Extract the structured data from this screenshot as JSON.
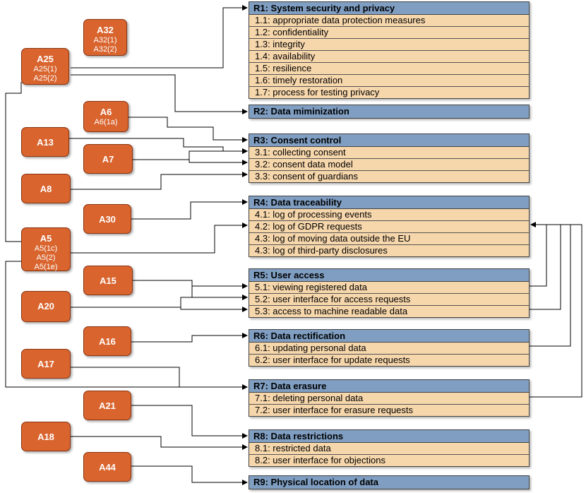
{
  "articles": [
    {
      "id": "A32",
      "subs": [
        "A32(1)",
        "A32(2)"
      ]
    },
    {
      "id": "A25",
      "subs": [
        "A25(1)",
        "A25(2)"
      ]
    },
    {
      "id": "A6",
      "subs": [
        "A6(1a)"
      ]
    },
    {
      "id": "A13",
      "subs": []
    },
    {
      "id": "A7",
      "subs": []
    },
    {
      "id": "A8",
      "subs": []
    },
    {
      "id": "A30",
      "subs": []
    },
    {
      "id": "A5",
      "subs": [
        "A5(1c)",
        "A5(2)",
        "A5(1e)"
      ]
    },
    {
      "id": "A15",
      "subs": []
    },
    {
      "id": "A20",
      "subs": []
    },
    {
      "id": "A16",
      "subs": []
    },
    {
      "id": "A17",
      "subs": []
    },
    {
      "id": "A21",
      "subs": []
    },
    {
      "id": "A18",
      "subs": []
    },
    {
      "id": "A44",
      "subs": []
    }
  ],
  "requirements": [
    {
      "title": "R1: System security and privacy",
      "items": [
        "1.1: appropriate data protection measures",
        "1.2: confidentiality",
        "1.3: integrity",
        "1.4: availability",
        "1.5: resilience",
        "1.6: timely restoration",
        "1.7: process for testing privacy"
      ]
    },
    {
      "title": "R2: Data miminization",
      "items": []
    },
    {
      "title": "R3: Consent control",
      "items": [
        "3.1: collecting consent",
        "3.2: consent data model",
        "3.3: consent of guardians"
      ]
    },
    {
      "title": "R4: Data traceability",
      "items": [
        "4.1: log of processing events",
        "4.2: log of GDPR requests",
        "4.3: log of moving data outside the EU",
        "4.3: log of third-party disclosures"
      ]
    },
    {
      "title": "R5: User access",
      "items": [
        "5.1: viewing registered data",
        "5.2: user interface for access requests",
        "5.3: access to machine readable data"
      ]
    },
    {
      "title": "R6: Data rectification",
      "items": [
        "6.1: updating personal data",
        "6.2: user interface for update requests"
      ]
    },
    {
      "title": "R7: Data erasure",
      "items": [
        "7.1: deleting personal data",
        "7.2: user interface for erasure requests"
      ]
    },
    {
      "title": "R8: Data restrictions",
      "items": [
        "8.1: restricted data",
        "8.2: user interface for objections"
      ]
    },
    {
      "title": "R9: Physical location of data",
      "items": []
    }
  ]
}
